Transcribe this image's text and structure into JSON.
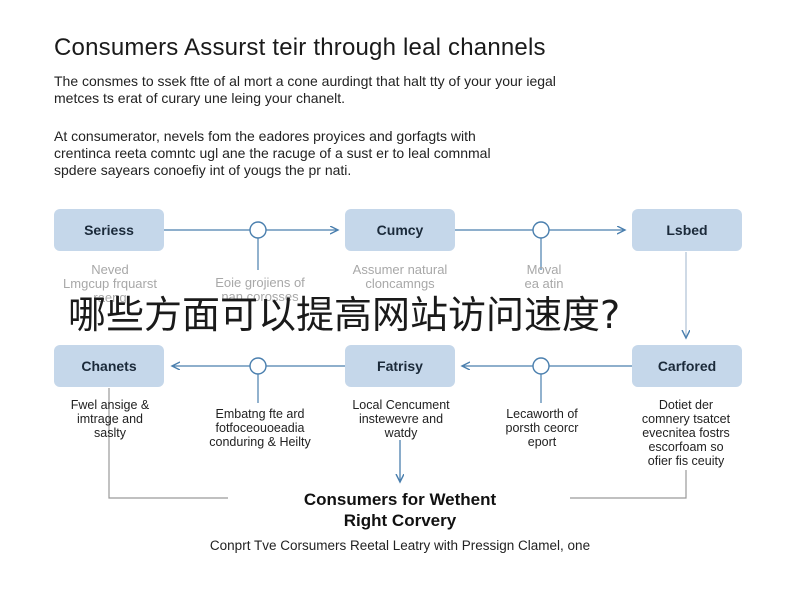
{
  "diagram": {
    "title": "Consumers Assurst teir through leal channels",
    "intro_lines": [
      "The consmes to ssek ftte of al mort a cone aurdingt that halt tty of your your iegal",
      "metces ts erat of curary une leing your chanelt."
    ],
    "detail_lines": [
      "At consumerator, nevels fom the eadores proyices and gorfagts with",
      "crentinca reeta comntc ugl ane the racuge of a sust er to leal comnmal",
      "spdere sayears conoefiy int of yougs the pr nati."
    ],
    "nodes": {
      "top_left": "Seriess",
      "top_middle": "Cumcy",
      "top_right": "Lsbed",
      "bottom_left": "Chanets",
      "bottom_middle": "Fatrisy",
      "bottom_right": "Carfored"
    },
    "faded_labels": [
      [
        "Neved",
        "Lmgcup frquarst",
        "raeng"
      ],
      [
        "Eoie grojiens of",
        "nan corosses"
      ],
      [
        "Assumer natural",
        "cloncamngs"
      ],
      [
        "Moval",
        "ea atin"
      ]
    ],
    "descriptions": [
      [
        "Fwel ansige &",
        "imtrage and",
        "saslty"
      ],
      [
        "Embatng fte ard",
        "fotfoceouoeadia",
        "conduring & Heilty"
      ],
      [
        "Local Cencument",
        "instewevre and",
        "watdy"
      ],
      [
        "Lecaworth of",
        "porsth ceorcr",
        "eport"
      ],
      [
        "Dotiet der",
        "comnery tsatcet",
        "evecnitea fostrs",
        "escorfoam so",
        "ofier fis ceuity"
      ]
    ],
    "result_lines": [
      "Consumers for Wethent",
      "Right Corvery"
    ],
    "footer": "Conprt Tve Corsumers Reetal Leatry with Pressign Clamel, one"
  },
  "overlay_text": "哪些方面可以提高网站访问速度?",
  "colors": {
    "box_fill": "#c5d7ea",
    "connector": "#4a7fae",
    "outline": "#9a9a9a"
  }
}
